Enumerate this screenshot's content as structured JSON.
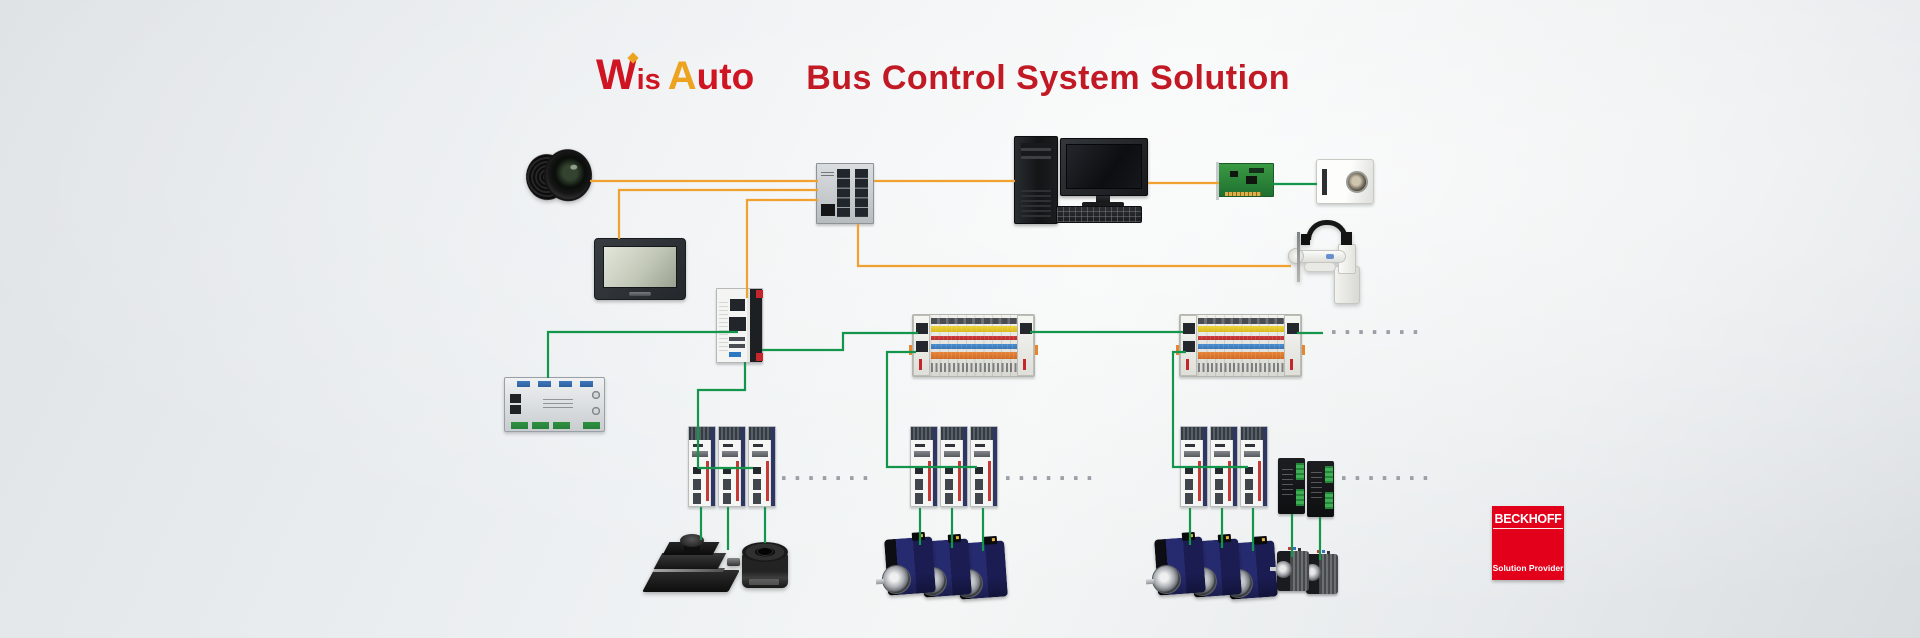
{
  "header": {
    "logo_w": "W",
    "logo_is": "is",
    "logo_a": "A",
    "logo_uto": "uto",
    "title": "Bus Control System Solution"
  },
  "badge": {
    "brand": "BECKHOFF",
    "subtitle": "Solution Provider"
  },
  "ellipsis": "·······",
  "colors": {
    "wire_orange": "#f0a12f",
    "wire_green": "#13964b",
    "title_red": "#c21a25",
    "logo_red": "#d01522",
    "logo_orange": "#eea320",
    "badge_red": "#e2001a"
  },
  "devices": [
    "camera-lens",
    "hmi-touch-panel",
    "industrial-ethernet-switch",
    "pc-tower",
    "pc-monitor",
    "pc-keyboard",
    "interface-card",
    "industrial-camera",
    "scara-robot",
    "embedded-plc-controller",
    "bus-terminal-station-1",
    "bus-terminal-station-2",
    "motion-controller-board",
    "servo-drive-group-1",
    "servo-drive-group-2",
    "servo-drive-group-3",
    "stepper-drivers",
    "xy-positioning-stage",
    "rotary-actuator",
    "servo-motors",
    "stepper-motors",
    "beckhoff-solution-provider-badge"
  ]
}
